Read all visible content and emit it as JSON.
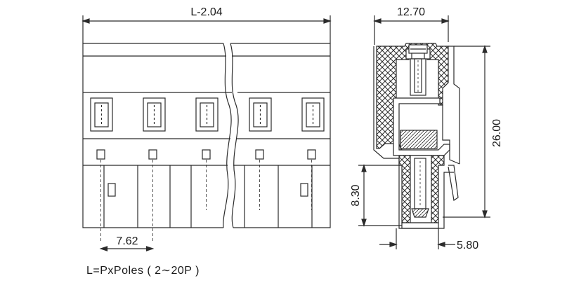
{
  "dimensions": {
    "overall_length": "L-2.04",
    "pitch": "7.62",
    "side_width": "12.70",
    "side_height": "26.00",
    "pin_length": "8.30",
    "pin_offset": "5.80"
  },
  "note": "L=PxPoles ( 2∼20P )",
  "colors": {
    "line": "#2b2b2b",
    "background": "#ffffff"
  }
}
